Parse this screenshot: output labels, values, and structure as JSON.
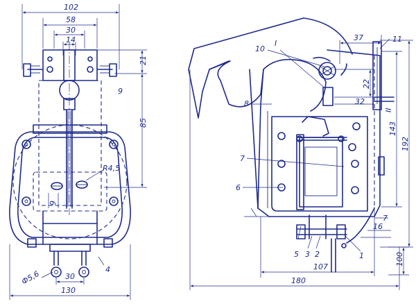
{
  "front_view": {
    "dimensions": {
      "width_top": "102",
      "width_mid": "58",
      "width_inner": "30",
      "width_shaft": "14",
      "height_top": "21",
      "height_mid": "85",
      "radius": "R4,5",
      "thickness": "9",
      "hole_dia": "Ф5,6",
      "hole_spacing": "30",
      "base_width": "130"
    },
    "callouts": {
      "part_9": "9",
      "part_4": "4"
    }
  },
  "side_view": {
    "dimensions": {
      "top_offset": "37",
      "small_a": "22",
      "small_b": "32",
      "height_inner": "143",
      "height_total": "192",
      "right_a": "7",
      "right_b": "16",
      "bottom_height": "100",
      "depth_inner": "107",
      "depth_total": "180"
    },
    "callouts": {
      "part_1": "1",
      "part_2": "2",
      "part_3": "3",
      "part_5": "5",
      "part_6": "6",
      "part_7": "7",
      "part_8": "8",
      "part_10": "10",
      "part_11": "11",
      "section_I": "I",
      "section_II": "II"
    }
  }
}
